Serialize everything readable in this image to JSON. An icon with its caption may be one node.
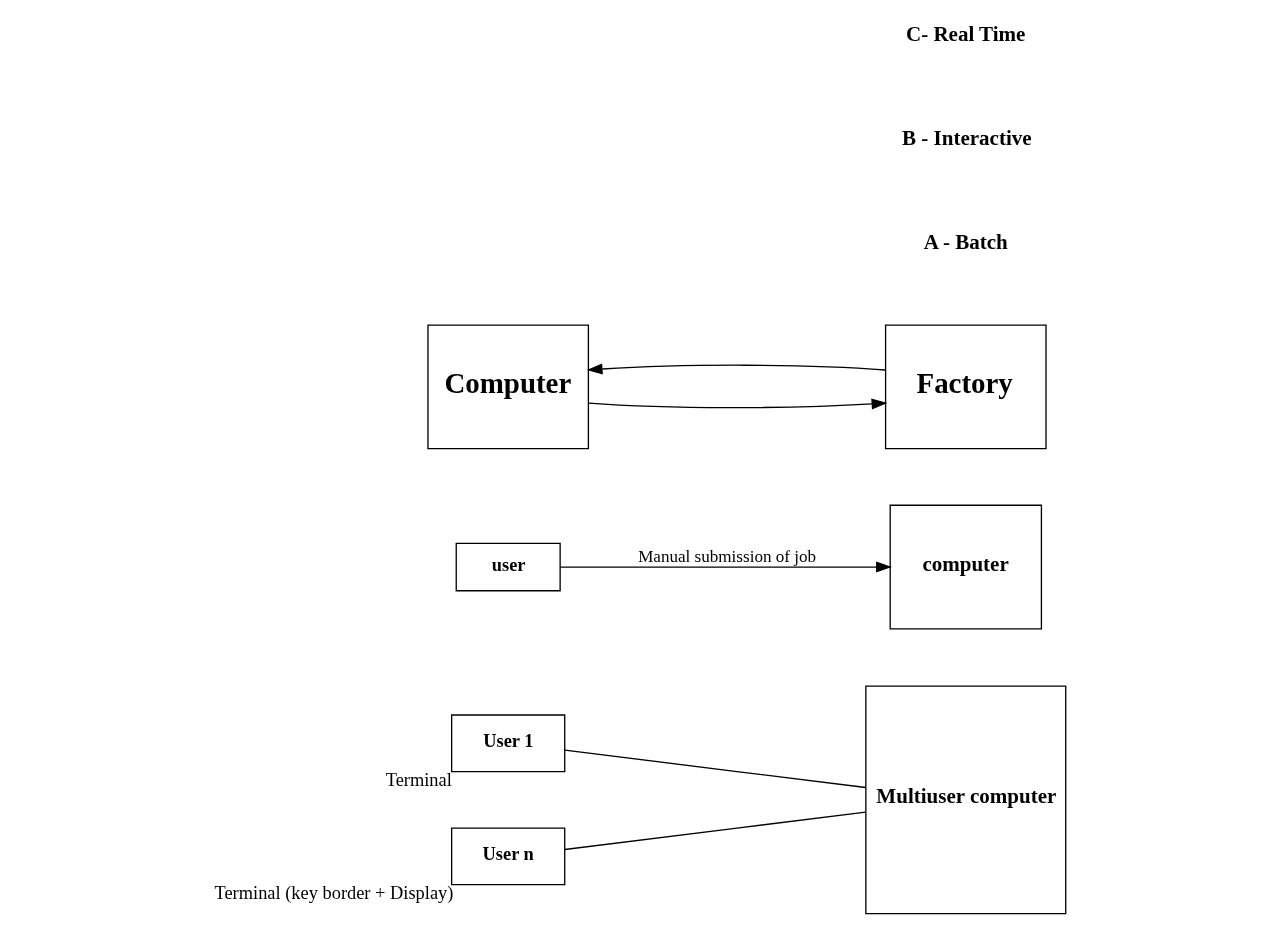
{
  "diagram": {
    "nodes": [
      {
        "text": [
          "User 1"
        ],
        "beside": [
          "Terminal"
        ]
      },
      {
        "text": [
          "User n"
        ],
        "beside": [
          "Terminal (key border + Display)"
        ]
      },
      {
        "text": [
          "Multiuser computer"
        ]
      },
      {
        "text": [
          "user"
        ]
      },
      {
        "text": [
          "computer"
        ]
      },
      {
        "text": [
          "Computer"
        ]
      },
      {
        "text": [
          "Factory"
        ]
      }
    ],
    "edges": [
      {
        "from": 0,
        "to": 2,
        "arrow": "none"
      },
      {
        "from": 1,
        "to": 2,
        "arrow": "none"
      },
      {
        "from": 3,
        "to": 4,
        "arrow": "to",
        "label": "Manual submission of job"
      },
      {
        "from": 5,
        "to": 6,
        "arrow": "to"
      },
      {
        "from": 6,
        "to": 5,
        "arrow": "to"
      }
    ],
    "labels": [
      "A - Batch",
      "B - Interactive",
      "C- Real Time"
    ]
  }
}
